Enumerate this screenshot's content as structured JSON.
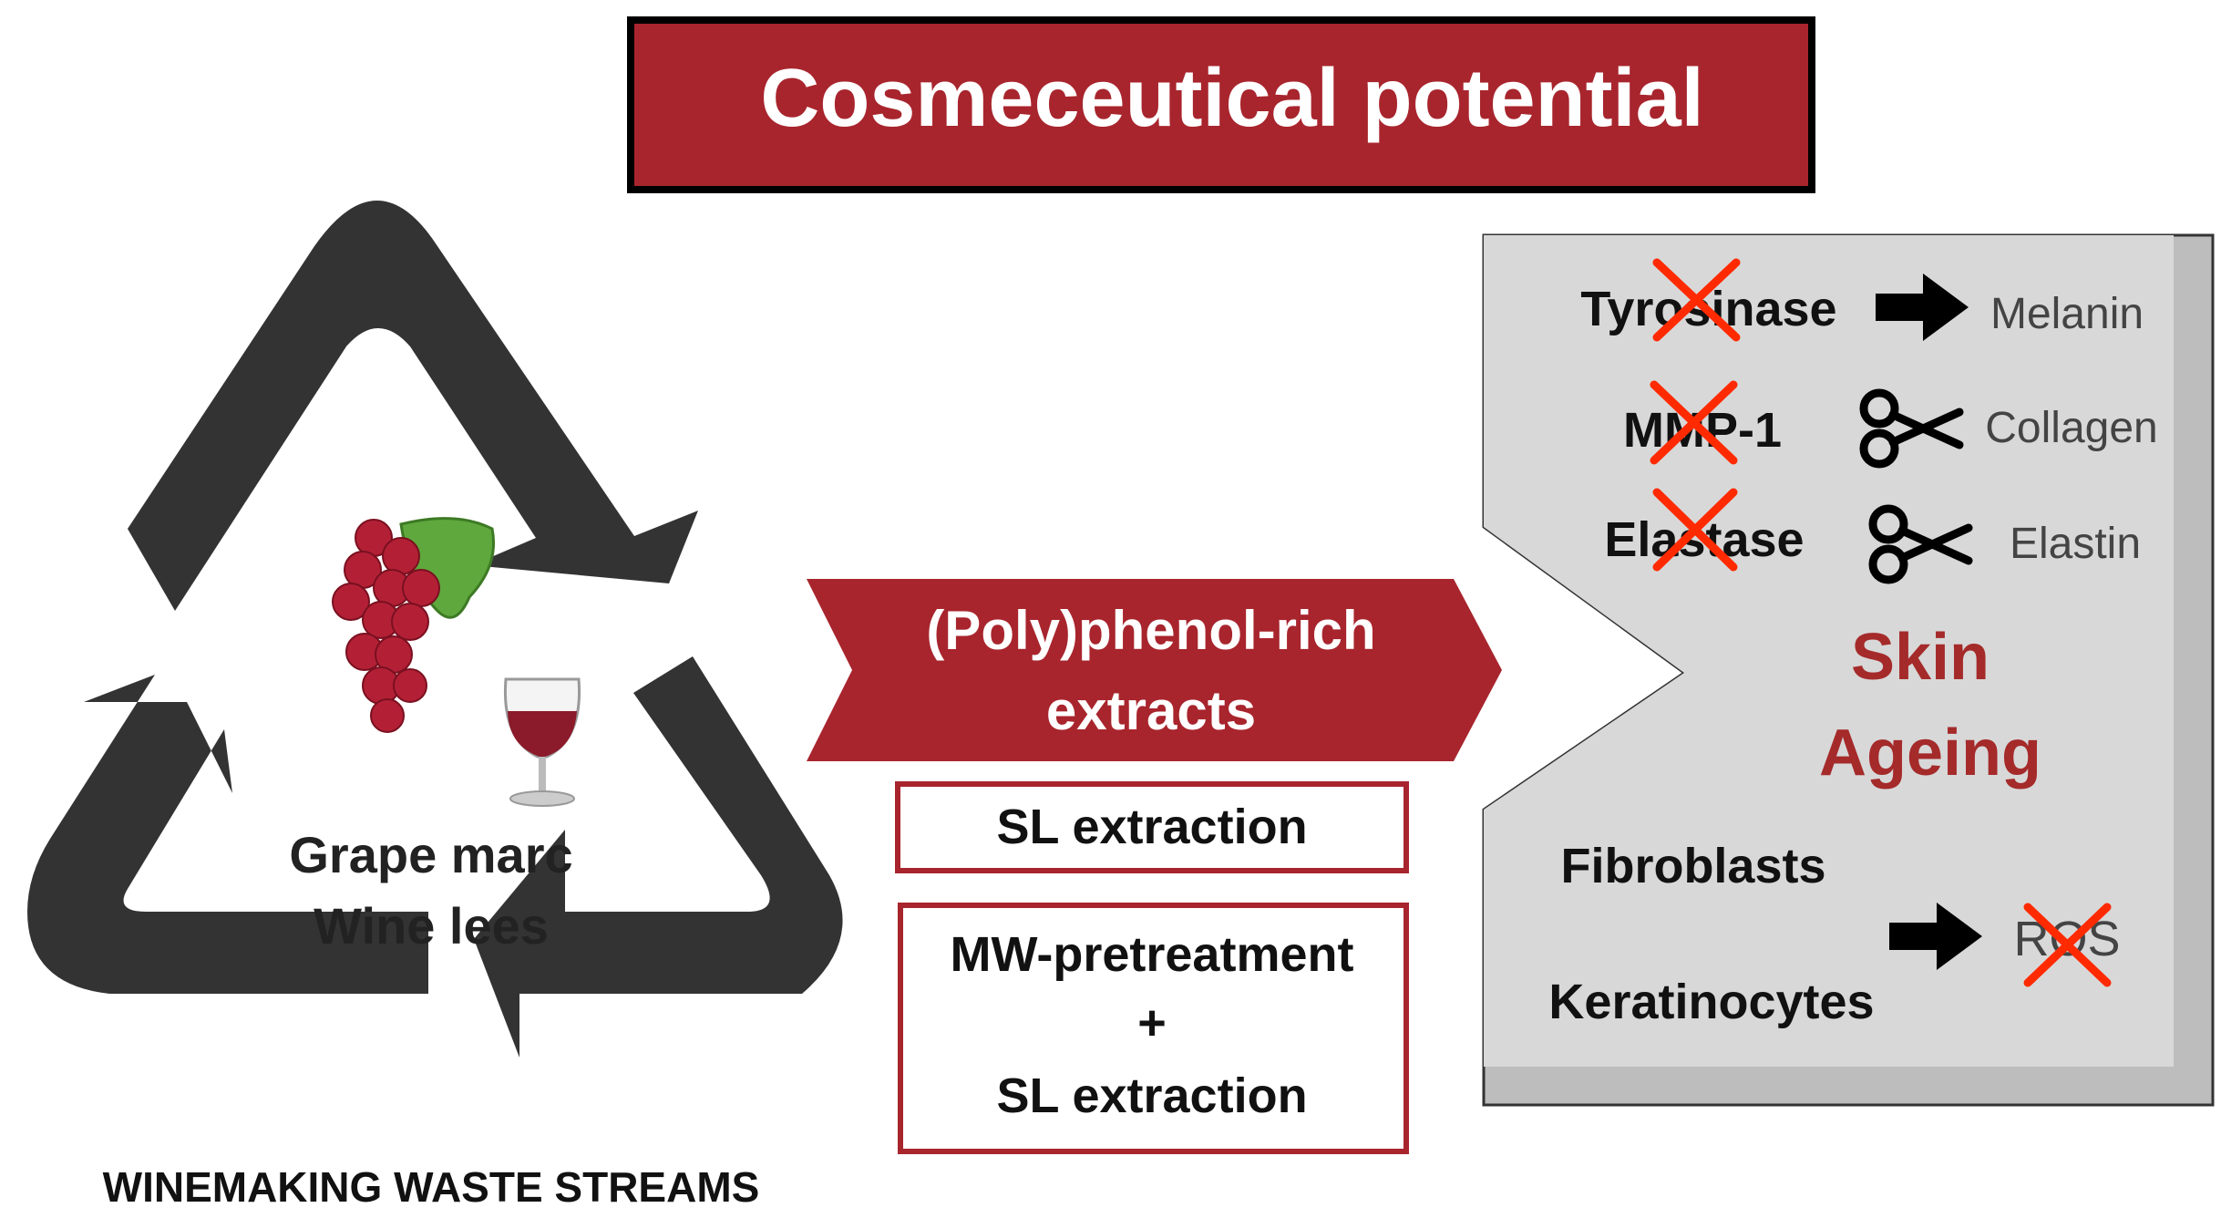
{
  "title": "Cosmeceutical potential",
  "colors": {
    "title_fill": "#a8252d",
    "dark_arrow": "#333333",
    "panel_fill": "#d8d8d8",
    "panel_shadow": "#bdbdbd",
    "accent_red": "#a52a2a",
    "cross_red": "#ff2a00",
    "grape": "#b32035",
    "leaf": "#5fa83d"
  },
  "recycle": {
    "line1": "Grape marc",
    "line2": "Wine lees",
    "caption": "WINEMAKING WASTE STREAMS",
    "icons": [
      "grape-icon",
      "wine-glass-icon"
    ]
  },
  "extract": {
    "line1": "(Poly)phenol-rich",
    "line2": "extracts"
  },
  "methods": {
    "box1": "SL extraction",
    "box2_line1": "MW-pretreatment",
    "box2_plus": "+",
    "box2_line2": "SL extraction"
  },
  "skin": {
    "row1_enzyme": "Tyrosinase",
    "row1_product": "Melanin",
    "row2_enzyme": "MMP-1",
    "row2_product": "Collagen",
    "row3_enzyme": "Elastase",
    "row3_product": "Elastin",
    "center_line1": "Skin",
    "center_line2": "Ageing",
    "cell1": "Fibroblasts",
    "cell2": "Keratinocytes",
    "ros": "ROS",
    "icons": [
      "arrow-right-icon",
      "scissors-icon",
      "cross-icon"
    ]
  }
}
